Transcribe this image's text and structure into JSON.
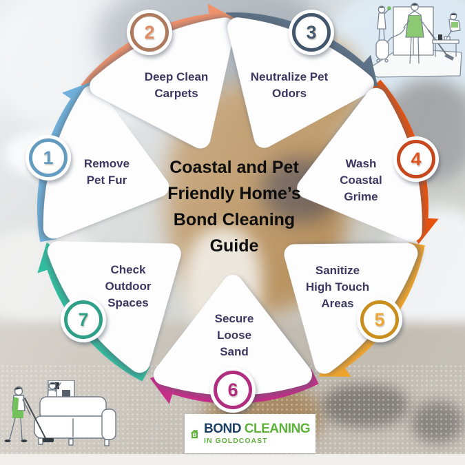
{
  "title": {
    "full": "Coastal and Pet Friendly Home’s Bond Cleaning Guide",
    "line1": "Coastal and Pet",
    "line2": "Friendly Home’s",
    "line3": "Bond Cleaning",
    "line4": "Guide"
  },
  "label_text_color": "#3a3860",
  "steps": [
    {
      "number": "1",
      "label": "Remove Pet Fur",
      "arrow_color": "#6fb0da",
      "badge_color": "#639cc0",
      "number_color": "#639cc0"
    },
    {
      "number": "2",
      "label": "Deep Clean Carpets",
      "arrow_color": "#f0926b",
      "badge_color": "#ae7a5e",
      "number_color": "#e08a62"
    },
    {
      "number": "3",
      "label": "Neutralize Pet Odors",
      "arrow_color": "#5e7389",
      "badge_color": "#42566c",
      "number_color": "#42566c"
    },
    {
      "number": "4",
      "label": "Wash Coastal Grime",
      "arrow_color": "#e8520e",
      "badge_color": "#c7481c",
      "number_color": "#df531d"
    },
    {
      "number": "5",
      "label": "Sanitize High Touch Areas",
      "arrow_color": "#efa32b",
      "badge_color": "#c98e1e",
      "number_color": "#eda63a"
    },
    {
      "number": "6",
      "label": "Secure Loose Sand",
      "arrow_color": "#c62d89",
      "badge_color": "#b02d80",
      "number_color": "#b02d80"
    },
    {
      "number": "7",
      "label": "Check Outdoor Spaces",
      "arrow_color": "#31bc9e",
      "badge_color": "#2f9f87",
      "number_color": "#2f9f87"
    }
  ],
  "logo": {
    "letter": "B",
    "word1": "BOND",
    "word2": "CLEANING",
    "tagline": "IN GOLDCOAST",
    "green": "#5cb238",
    "navy": "#1c3f63"
  }
}
